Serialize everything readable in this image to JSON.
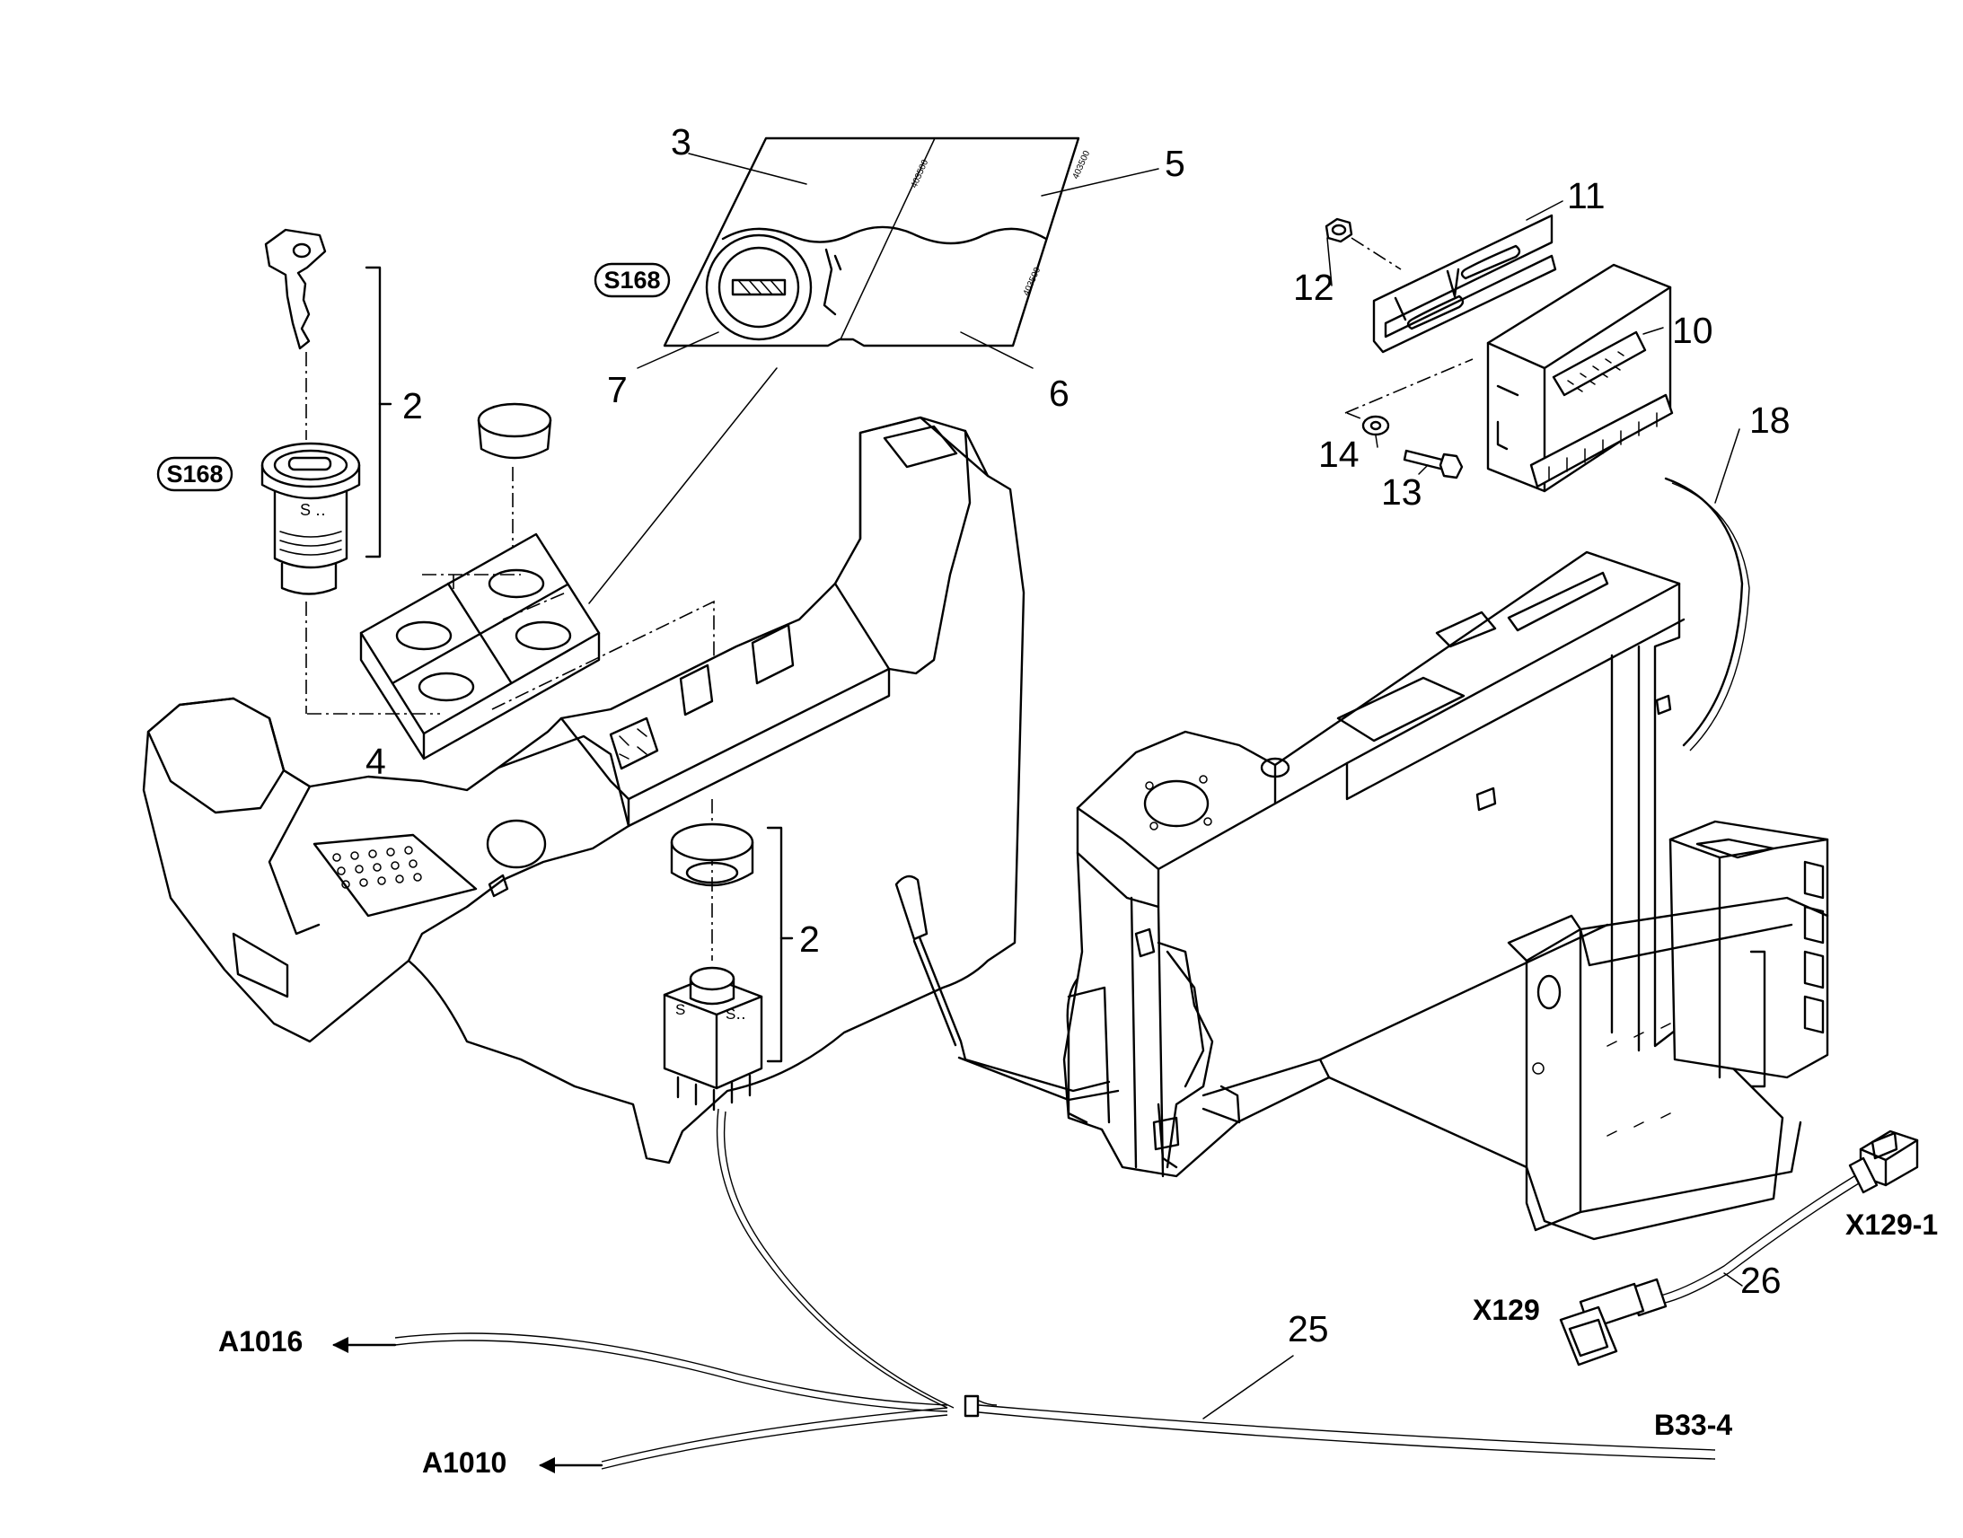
{
  "callouts": {
    "c2a": "2",
    "c2b": "2",
    "c3": "3",
    "c4": "4",
    "c5": "5",
    "c6": "6",
    "c7": "7",
    "c10": "10",
    "c11": "11",
    "c12": "12",
    "c13": "13",
    "c14": "14",
    "c18": "18",
    "c25": "25",
    "c26": "26"
  },
  "badges": {
    "left": "S168",
    "top": "S168"
  },
  "connectors": {
    "a1016": "A1016",
    "a1010": "A1010",
    "b33_4": "B33-4",
    "x129": "X129",
    "x129_1": "X129-1"
  }
}
